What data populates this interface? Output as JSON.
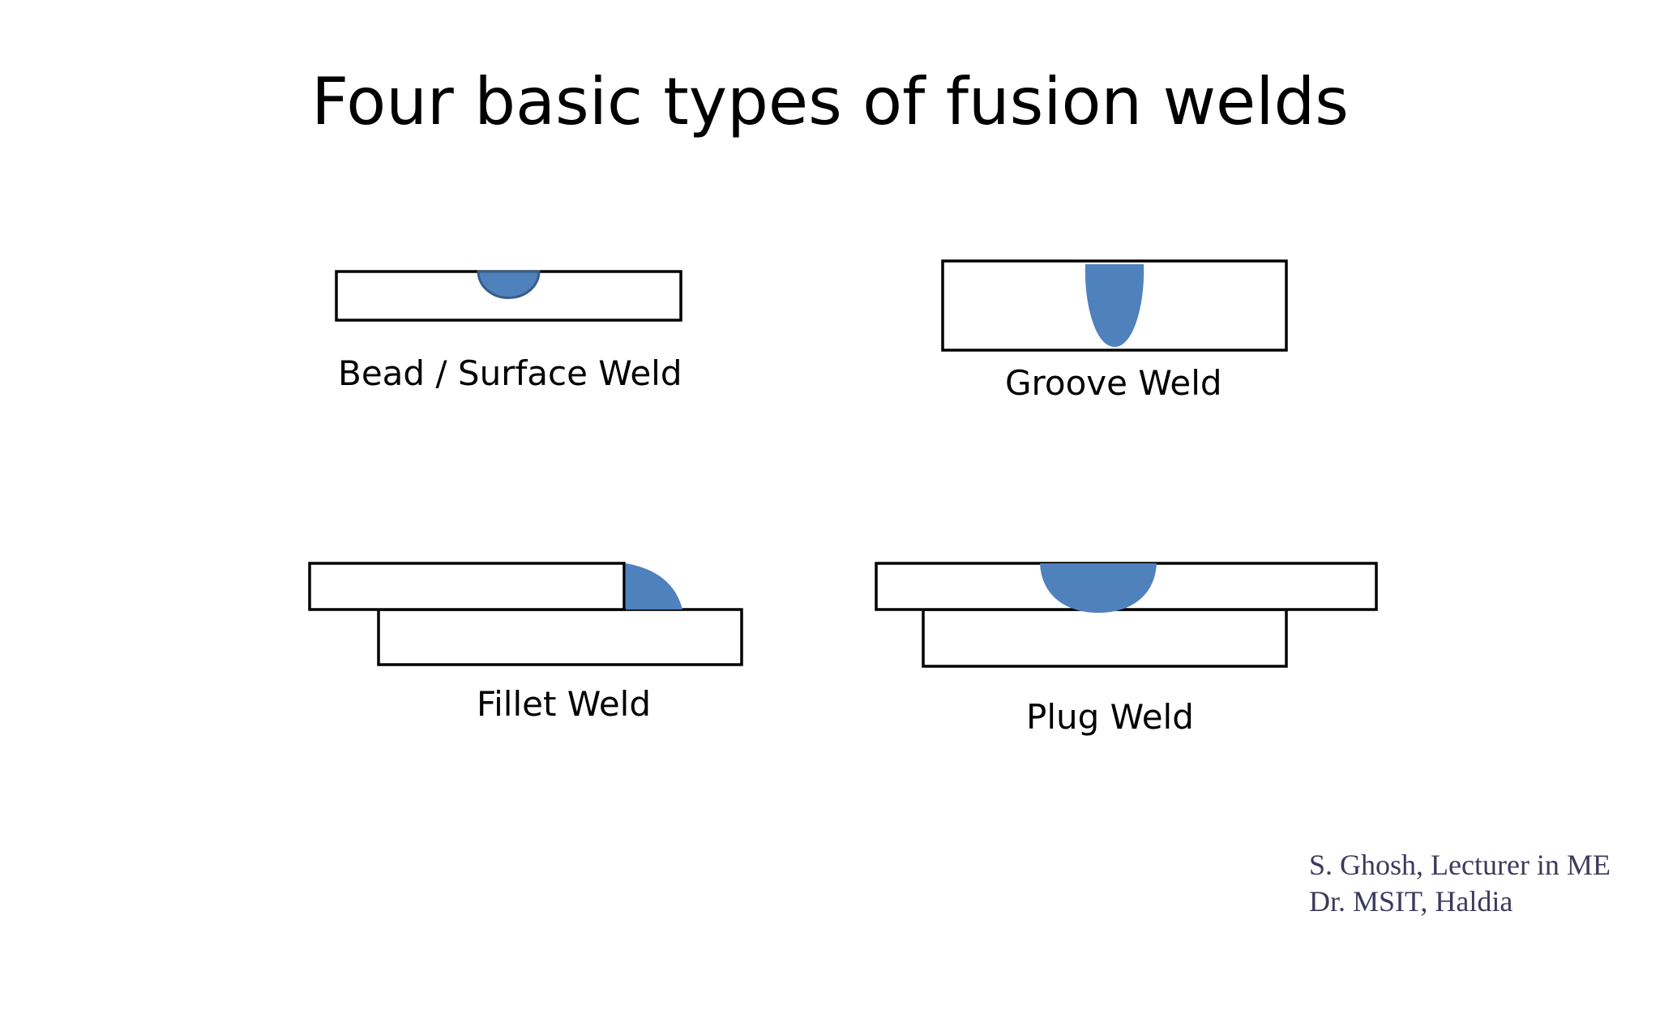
{
  "title": "Four basic types of fusion welds",
  "welds": {
    "bead": {
      "label": "Bead / Surface Weld"
    },
    "groove": {
      "label": "Groove Weld"
    },
    "fillet": {
      "label": "Fillet Weld"
    },
    "plug": {
      "label": "Plug Weld"
    }
  },
  "credit": {
    "line1": "S. Ghosh, Lecturer in ME",
    "line2": "Dr. MSIT, Haldia"
  },
  "colors": {
    "weld_fill": "#4f81bd",
    "weld_outline": "#385d8a",
    "plate_outline": "#000000",
    "credit_text": "#3d3a5c"
  }
}
